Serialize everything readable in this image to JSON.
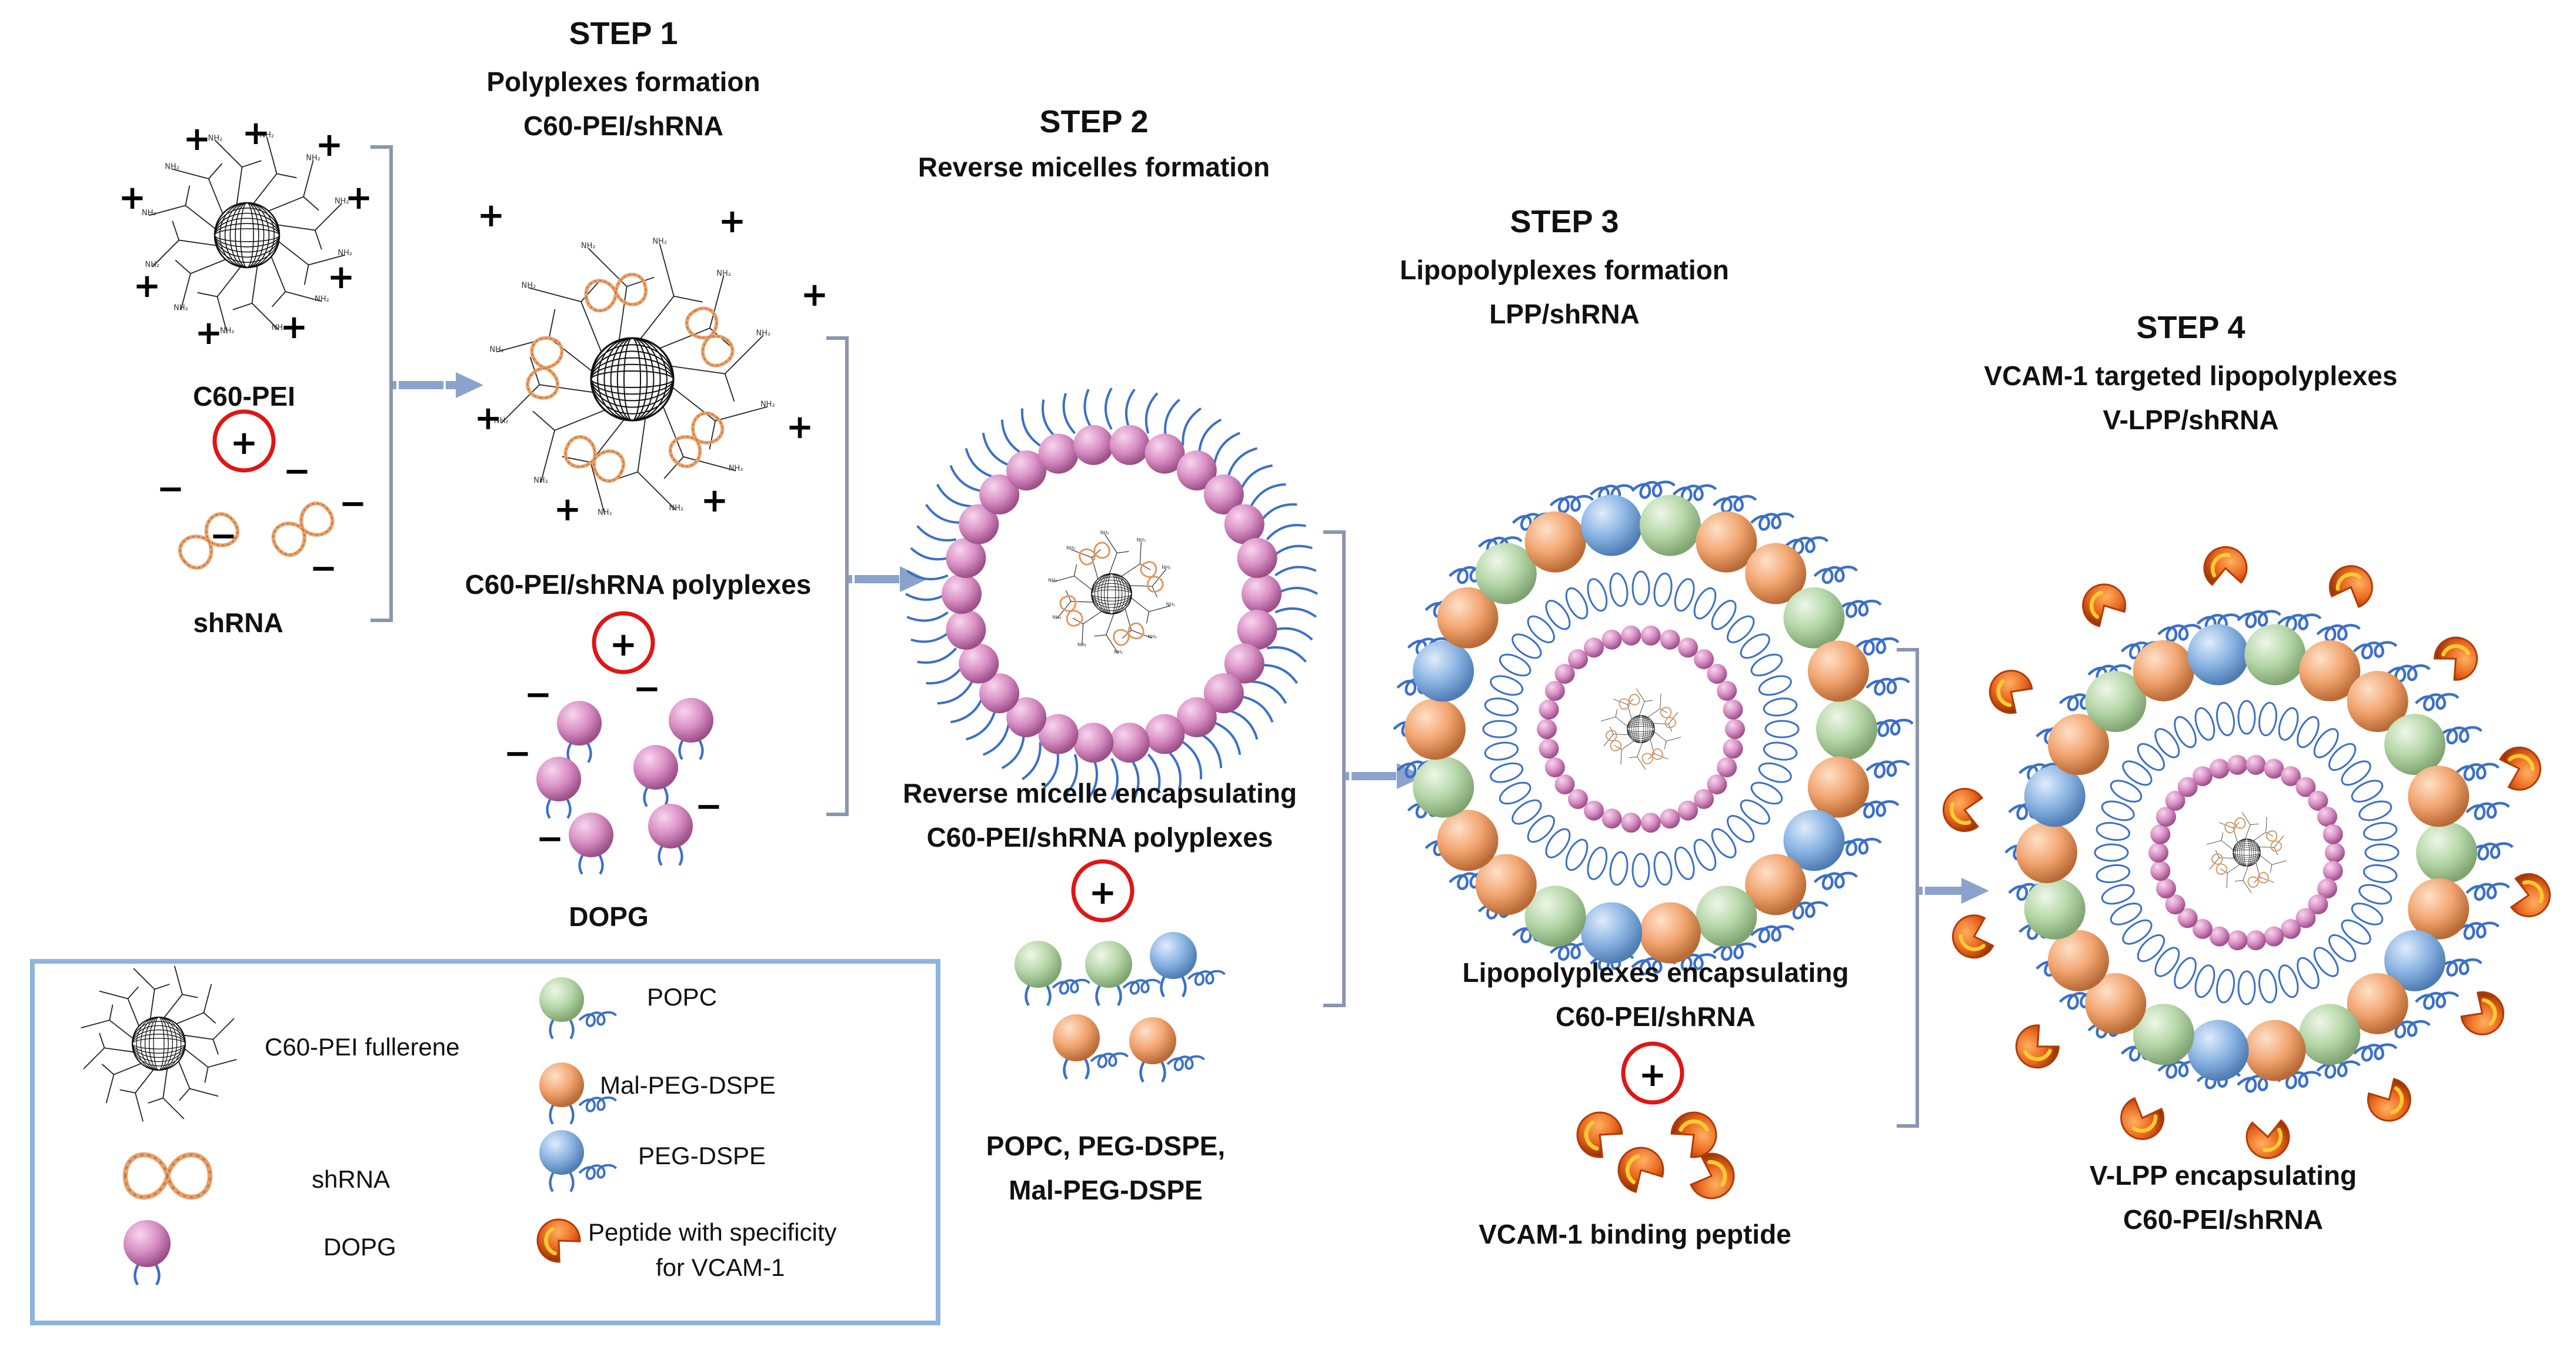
{
  "steps": {
    "s1": {
      "title": "STEP 1",
      "line1": "Polyplexes formation",
      "line2": "C60-PEI/shRNA"
    },
    "s2": {
      "title": "STEP 2",
      "line1": "Reverse micelles formation"
    },
    "s3": {
      "title": "STEP 3",
      "line1": "Lipopolyplexes formation",
      "line2": "LPP/shRNA"
    },
    "s4": {
      "title": "STEP 4",
      "line1": "VCAM-1 targeted lipopolyplexes",
      "line2": "V-LPP/shRNA"
    }
  },
  "labels": {
    "c60pei": "C60-PEI",
    "shrna": "shRNA",
    "polyplexes": "C60-PEI/shRNA polyplexes",
    "dopg": "DOPG",
    "reverse_micelle_1": "Reverse micelle encapsulating",
    "reverse_micelle_2": "C60-PEI/shRNA polyplexes",
    "lipids_1": "POPC, PEG-DSPE,",
    "lipids_2": "Mal-PEG-DSPE",
    "lpp_1": "Lipopolyplexes encapsulating",
    "lpp_2": "C60-PEI/shRNA",
    "peptide": "VCAM-1 binding peptide",
    "vlpp_1": "V-LPP encapsulating",
    "vlpp_2": "C60-PEI/shRNA"
  },
  "symbols": {
    "plus": "+",
    "minus": "−",
    "amine": "NH₂"
  },
  "legend": {
    "c60": "C60-PEI fullerene",
    "shrna": "shRNA",
    "dopg": "DOPG",
    "popc": "POPC",
    "mal": "Mal-PEG-DSPE",
    "peg": "PEG-DSPE",
    "peptide_1": "Peptide with specificity",
    "peptide_2": "for VCAM-1"
  },
  "colors": {
    "dopg": "#d88fc4",
    "popc": "#b5d6a7",
    "mal": "#f2a46f",
    "peg": "#8ab4e3",
    "tail": "#3b6fc9",
    "shrna": "#e8a06a",
    "peptide": "#e8661e",
    "arrow": "#8aa2cc",
    "bracket": "#8a96ad",
    "legend_border": "#8fb4dc",
    "circle": "#e01515"
  }
}
